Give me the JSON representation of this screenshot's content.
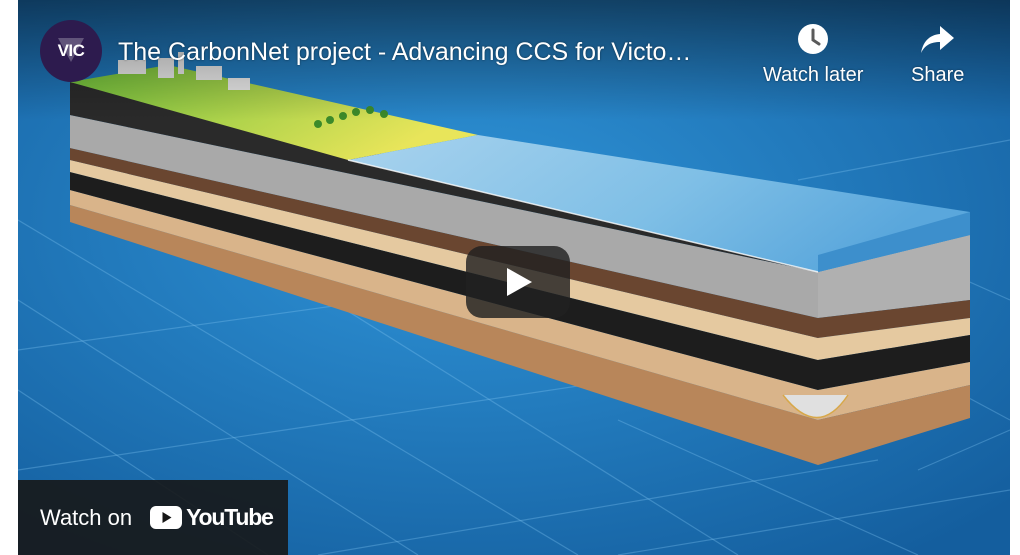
{
  "video": {
    "title": "The CarbonNet project - Advancing CCS for Victo…",
    "channel_avatar_text": "VIC"
  },
  "controls": {
    "watch_later_label": "Watch later",
    "share_label": "Share"
  },
  "watch_on": {
    "label": "Watch on",
    "brand": "YouTube"
  },
  "colors": {
    "background_blue": "#1f7fc6",
    "youtube_red": "#ff0000",
    "avatar_purple": "#2d1b4e"
  },
  "icons": {
    "watch_later": "clock-icon",
    "share": "share-arrow-icon",
    "play": "play-icon",
    "youtube": "youtube-logo-icon"
  }
}
